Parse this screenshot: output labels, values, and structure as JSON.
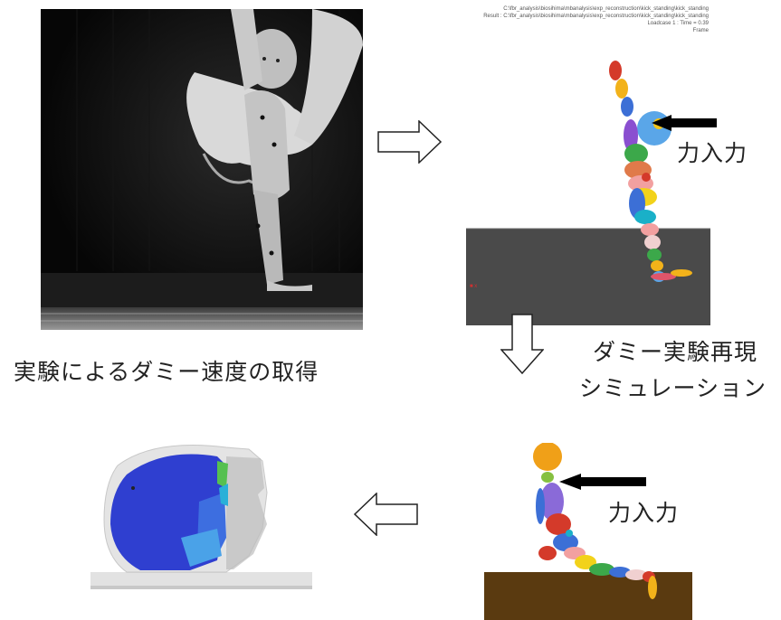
{
  "caption_left": "実験によるダミー速度の取得",
  "caption_right_line1": "ダミー実験再現",
  "caption_right_line2": "シミュレーション",
  "force_label_top": "力入力",
  "force_label_bottom": "力入力",
  "sim_header": {
    "line1": "C:\\fbr_analysis\\biosihima\\mbanalysis\\exp_reconstruction\\kick_standing\\kick_standing",
    "line2": "Result : C:\\fbr_analysis\\biosihima\\mbanalysis\\exp_reconstruction\\kick_standing\\kick_standing",
    "line3": "Loadcase 1 : Time = 0.39",
    "line4": "Frame"
  },
  "arrows": {
    "top": "right-arrow",
    "middle": "down-arrow",
    "bottom": "left-arrow"
  },
  "colors": {
    "photo_bg": "#0b0b0b",
    "sim_floor": "#4a4a4a",
    "mb_floor": "#5a3a10",
    "head_blue": "#2f3fd0",
    "head_orange": "#f0a018"
  }
}
